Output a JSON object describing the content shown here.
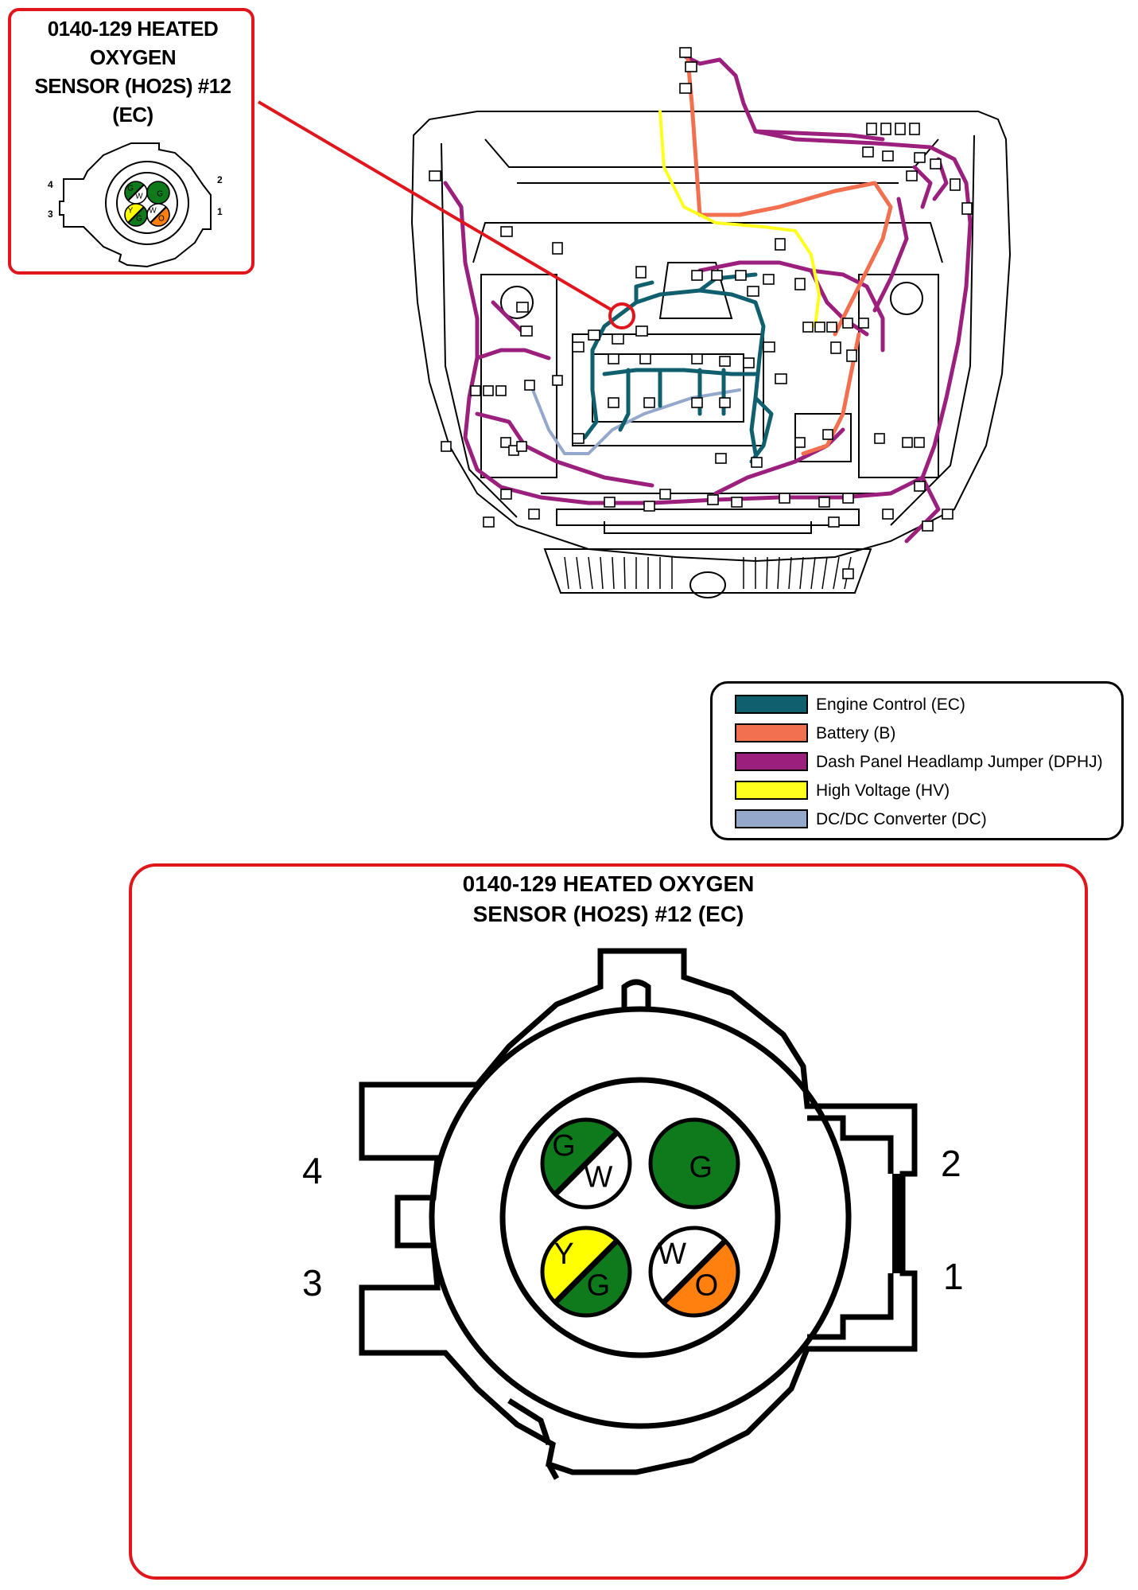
{
  "inset": {
    "title_lines": [
      "0140-129 HEATED",
      "OXYGEN",
      "SENSOR (HO2S) #12",
      "(EC)"
    ],
    "pin_labels": {
      "p1": "1",
      "p2": "2",
      "p3": "3",
      "p4": "4"
    }
  },
  "legend": {
    "items": [
      {
        "label": "Engine Control   (EC)",
        "color": "#0f5f6e"
      },
      {
        "label": "Battery (B)",
        "color": "#f26f4f"
      },
      {
        "label": "Dash Panel Headlamp Jumper (DPHJ)",
        "color": "#9b1f7d"
      },
      {
        "label": "High Voltage (HV)",
        "color": "#ffff1e"
      },
      {
        "label": "DC/DC Converter (DC)",
        "color": "#94a8cc"
      }
    ]
  },
  "connector": {
    "title_line1": "0140-129 HEATED OXYGEN",
    "title_line2": "SENSOR (HO2S) #12 (EC)",
    "pin_numbers": {
      "p1": "1",
      "p2": "2",
      "p3": "3",
      "p4": "4"
    },
    "pins": {
      "pin4": {
        "top": "G",
        "bottom": "W",
        "top_color": "#0e7a1c",
        "bottom_color": "#ffffff"
      },
      "pin2": {
        "label": "G",
        "color": "#0e7a1c"
      },
      "pin3": {
        "top": "Y",
        "bottom": "G",
        "top_color": "#ffff00",
        "bottom_color": "#0e7a1c"
      },
      "pin1": {
        "top": "W",
        "bottom": "O",
        "top_color": "#ffffff",
        "bottom_color": "#ff7f0f"
      }
    }
  },
  "colors": {
    "callout_red": "#e0161c",
    "engine_control": "#0f5f6e",
    "battery": "#f26f4f",
    "dphj": "#9b1f7d",
    "high_voltage": "#ffff1e",
    "dc_converter": "#94a8cc"
  }
}
